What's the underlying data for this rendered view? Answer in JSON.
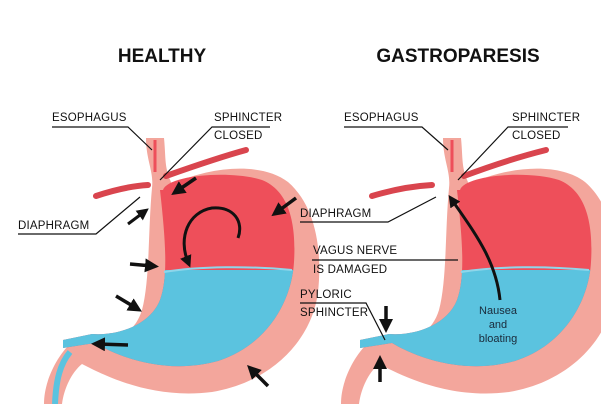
{
  "healthy": {
    "title": "HEALTHY",
    "labels": {
      "esophagus": "ESOPHAGUS",
      "sphincter_1": "SPHINCTER",
      "sphincter_2": "CLOSED",
      "diaphragm": "DIAPHRAGM"
    }
  },
  "gastroparesis": {
    "title": "GASTROPARESIS",
    "labels": {
      "esophagus": "ESOPHAGUS",
      "sphincter_1": "SPHINCTER",
      "sphincter_2": "CLOSED",
      "diaphragm": "DIAPHRAGM",
      "vagus_1": "VAGUS NERVE",
      "vagus_2": "IS DAMAGED",
      "pyloric_1": "PYLORIC",
      "pyloric_2": "SPHINCTER"
    },
    "inner_text": [
      "Nausea",
      "and",
      "bloating"
    ]
  },
  "colors": {
    "stomach_wall": "#f3a69c",
    "stomach_inner": "#ee4f5a",
    "fluid": "#5bc3df",
    "diaphragm": "#d9454e",
    "arrow": "#111111"
  }
}
